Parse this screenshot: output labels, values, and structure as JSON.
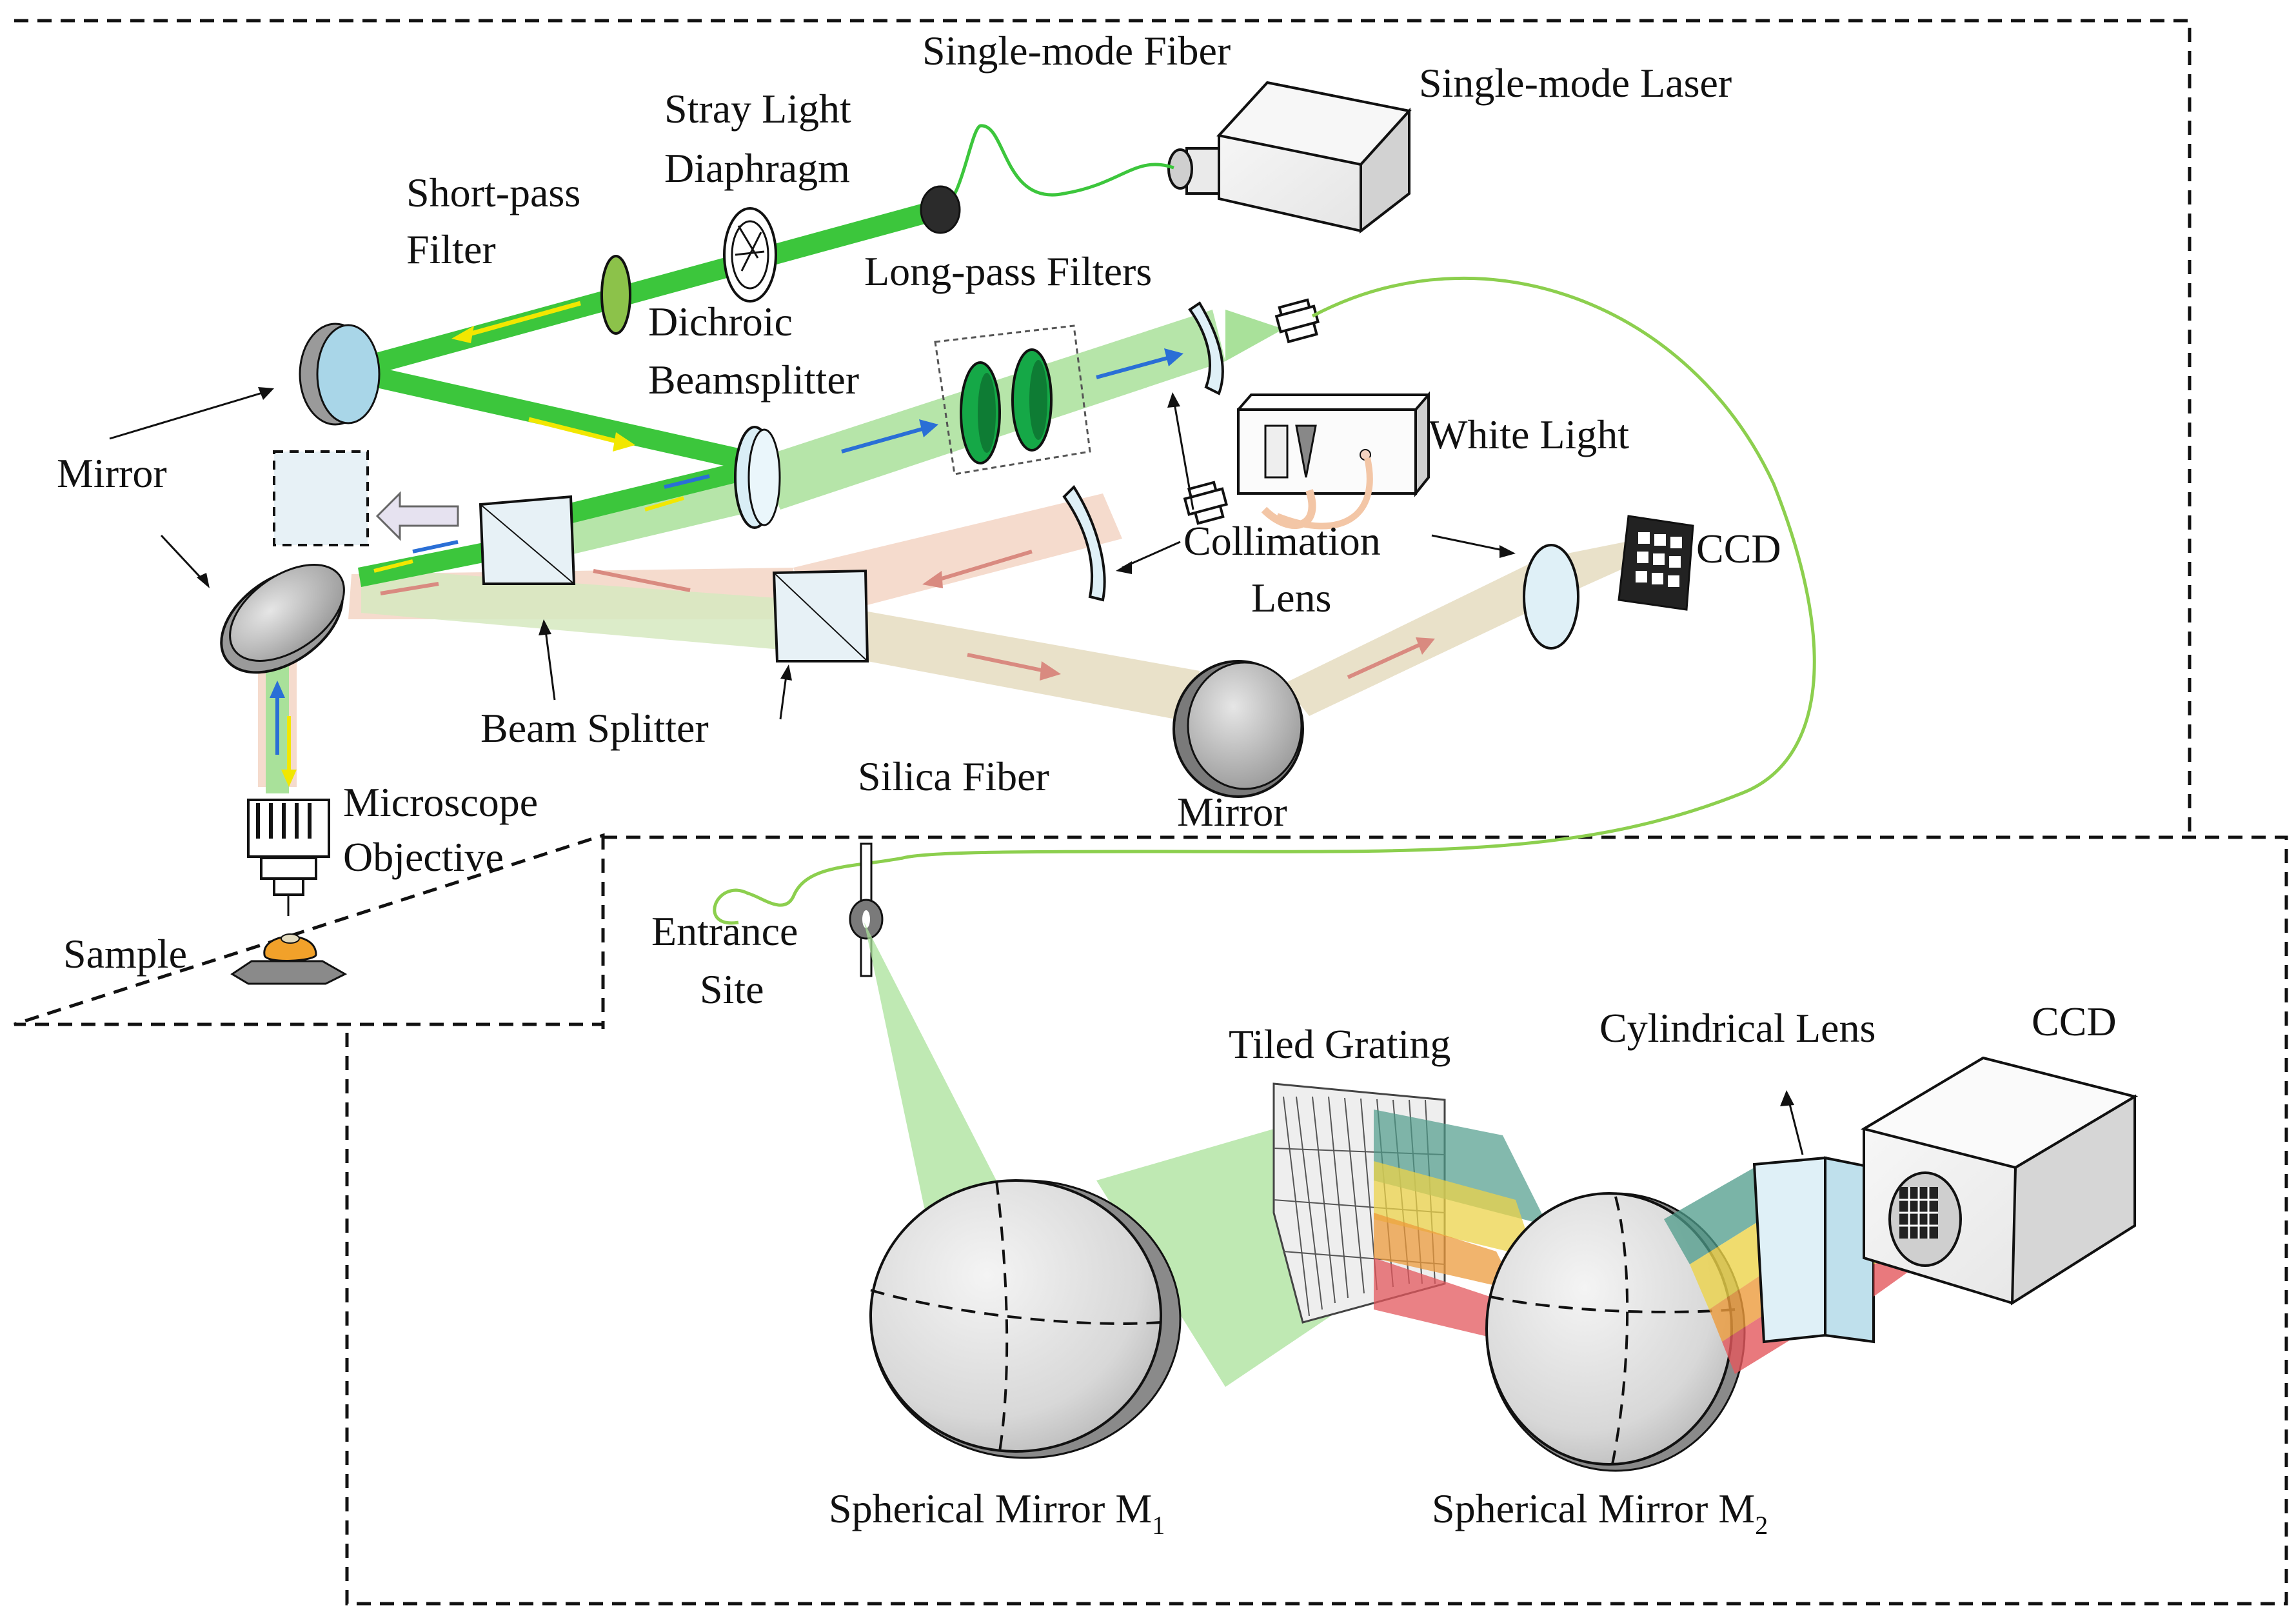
{
  "colors": {
    "laser_green": "#3cc63c",
    "beam_light_green": "#a9e19a",
    "raman_peach": "#f3d2c0",
    "fiber_green": "#8ccf4e",
    "arrow_yellow": "#f2e700",
    "arrow_blue": "#2a6fd6",
    "arrow_pink": "#d98a80",
    "filter_green": "#15a847",
    "optic_blue": "#a9d6e8",
    "spectrum_teal": "#4e9b8a",
    "spectrum_yellow": "#ecd34a",
    "spectrum_orange": "#ec9b3c",
    "spectrum_red": "#e3575c"
  },
  "labels": {
    "single_mode_fiber": "Single-mode Fiber",
    "single_mode_laser": "Single-mode Laser",
    "stray_light_line1": "Stray Light",
    "stray_light_line2": "Diaphragm",
    "short_pass_line1": "Short-pass",
    "short_pass_line2": "Filter",
    "long_pass_filters": "Long-pass Filters",
    "dichroic_line1": "Dichroic",
    "dichroic_line2": "Beamsplitter",
    "white_light": "White Light",
    "mirror_left": "Mirror",
    "collimation_line1": "Collimation",
    "collimation_line2": "Lens",
    "ccd_top": "CCD",
    "beam_splitter": "Beam Splitter",
    "silica_fiber": "Silica Fiber",
    "mirror_bottom": "Mirror",
    "microscope_line1": "Microscope",
    "microscope_line2": "Objective",
    "sample": "Sample",
    "entrance_line1": "Entrance",
    "entrance_line2": "Site",
    "tiled_grating": "Tiled Grating",
    "cylindrical_lens": "Cylindrical Lens",
    "ccd_bottom": "CCD",
    "spherical_m1": "Spherical Mirror M",
    "spherical_m1_sub": "1",
    "spherical_m2": "Spherical Mirror M",
    "spherical_m2_sub": "2"
  }
}
